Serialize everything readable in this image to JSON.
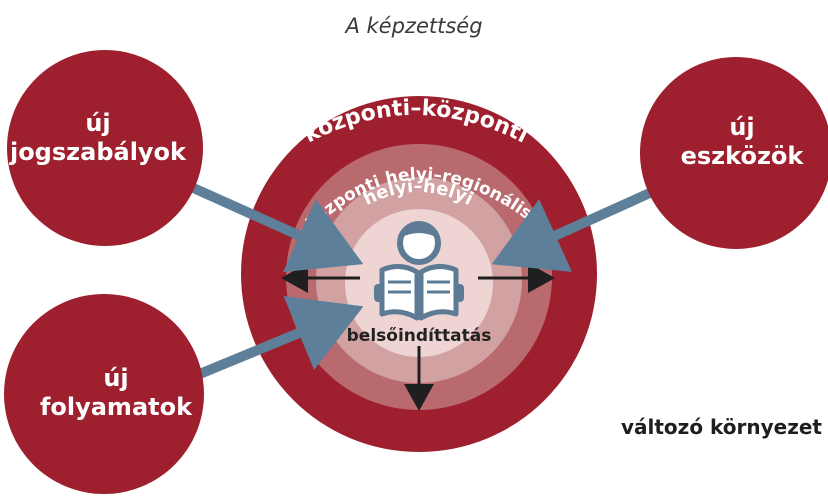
{
  "title": "A képzettség",
  "environment_label": "változó környezet",
  "center_label": "belsőindíttatás",
  "rings": {
    "outer": "központi–központi",
    "middle": "központi helyi–regionális",
    "inner": "helyi–helyi"
  },
  "nodes": {
    "jogszabalyok": {
      "line1": "új",
      "line2": "jogszabályok"
    },
    "eszkozok": {
      "line1": "új",
      "line2": "eszközök"
    },
    "folyamatok": {
      "line1": "új",
      "line2": "folyamatok"
    }
  },
  "colors": {
    "dark_red": "#9e1f2e",
    "ring_middle": "#b96a6e",
    "ring_inner": "#d2a1a1",
    "core": "#eed5d3",
    "blue_arrow": "#5d7f9a",
    "dark_arrow": "#1f1f1f",
    "reader_icon": "#5e7b95"
  },
  "icons": [
    "person-reading-icon"
  ]
}
